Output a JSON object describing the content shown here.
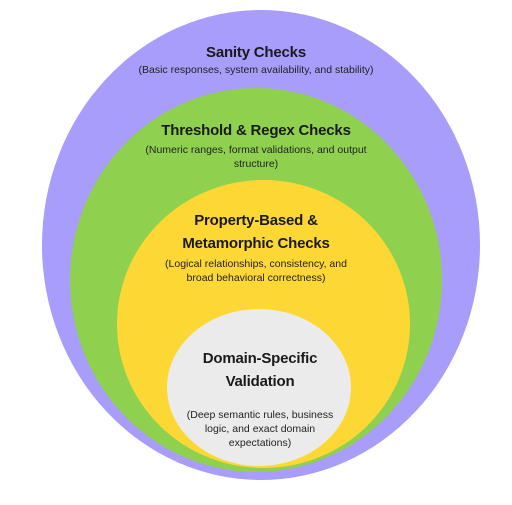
{
  "layers": {
    "sanity": {
      "title": "Sanity Checks",
      "description": "(Basic responses, system availability, and stability)",
      "color": "#a89dfb"
    },
    "threshold": {
      "title": "Threshold & Regex Checks",
      "description": "(Numeric ranges, format validations, and output structure)",
      "color": "#8fd14f"
    },
    "property": {
      "title": "Property-Based & Metamorphic Checks",
      "description": "(Logical relationships, consistency, and broad behavioral correctness)",
      "color": "#fdd835"
    },
    "domain": {
      "title": "Domain-Specific Validation",
      "description": "(Deep semantic rules, business logic, and exact domain expectations)",
      "color": "#ebebeb"
    }
  }
}
